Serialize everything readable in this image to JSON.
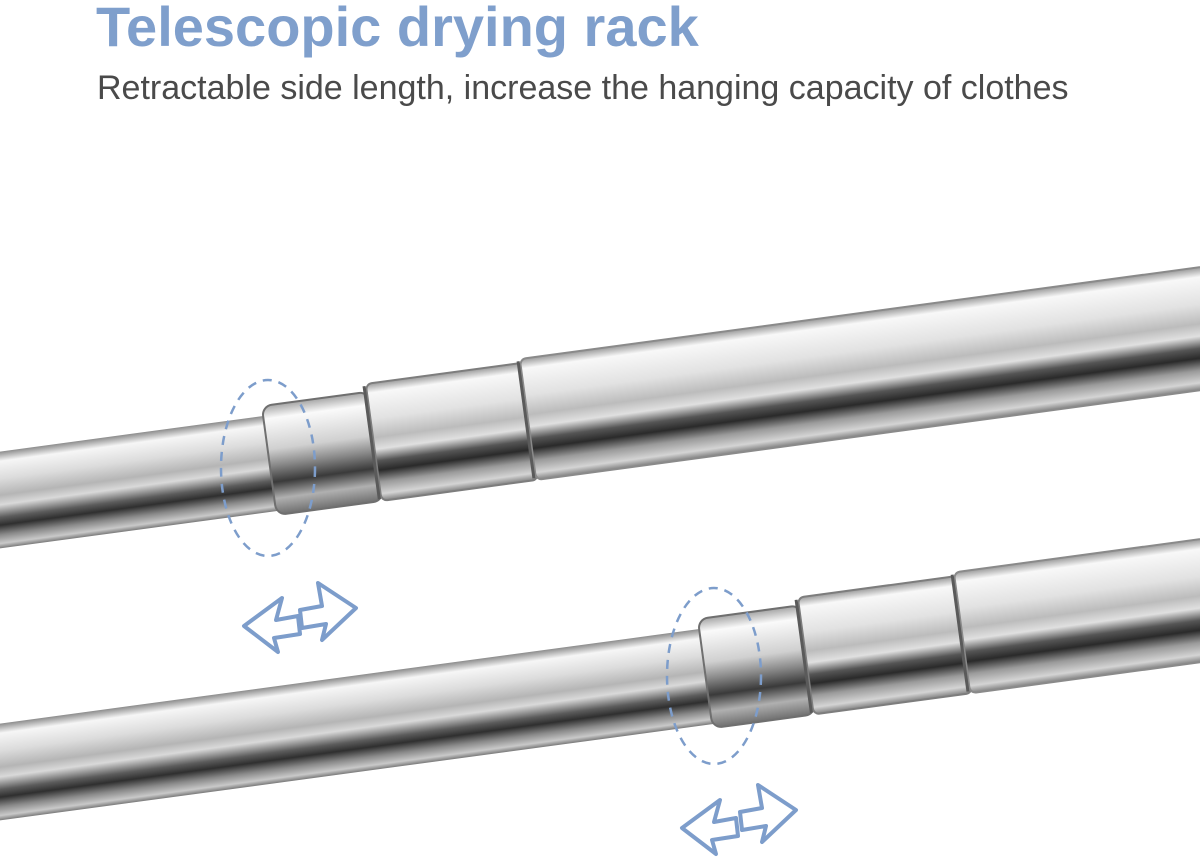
{
  "header": {
    "title": "Telescopic drying rack",
    "subtitle": "Retractable side length, increase the hanging capacity of clothes"
  },
  "colors": {
    "title": "#7f9fcc",
    "subtitle": "#4a4a4a",
    "accent": "#7d9dcb",
    "tube_light": "#f4f4f4",
    "tube_dark": "#3e3e3e"
  },
  "photo": {
    "subject": "two telescopic stainless-steel rods",
    "callouts": [
      {
        "name": "upper-joint",
        "icons": [
          "dashed-circle-icon",
          "double-arrow-icon"
        ]
      },
      {
        "name": "lower-joint",
        "icons": [
          "dashed-circle-icon",
          "double-arrow-icon"
        ]
      }
    ]
  }
}
